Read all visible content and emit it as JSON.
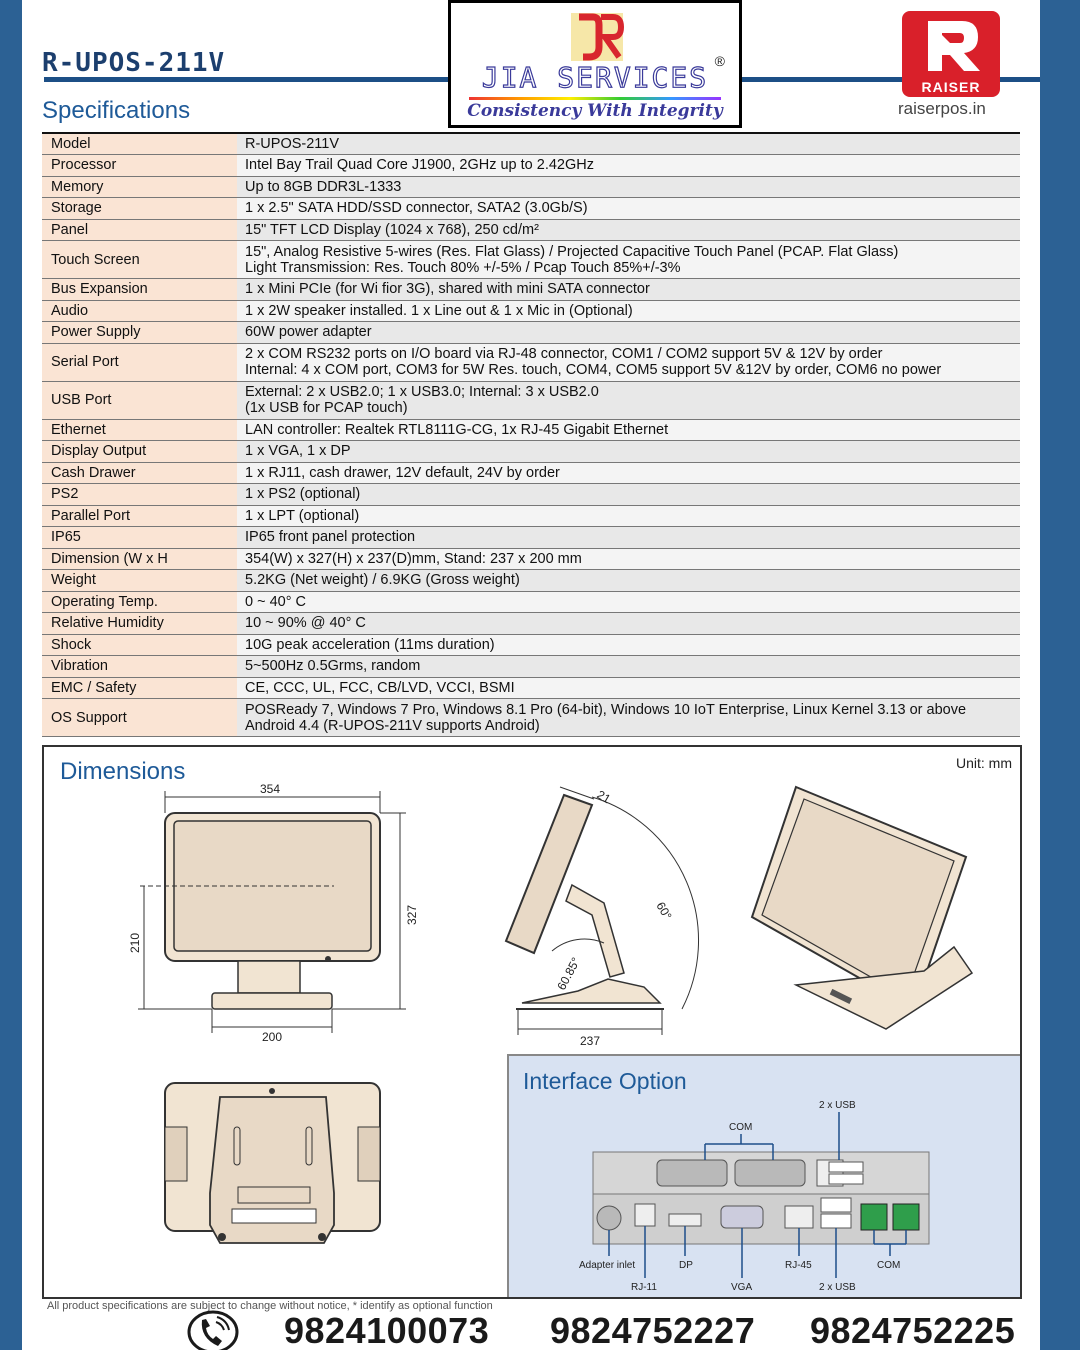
{
  "header": {
    "model_title": "R-UPOS-211V",
    "spec_heading": "Specifications",
    "raiser_name": "RAISER",
    "raiser_url": "raiserpos.in",
    "jia_name": "JIA SERVICES",
    "jia_registered": "®",
    "jia_tagline": "Consistency With Integrity"
  },
  "specs": [
    {
      "key": "Model",
      "lines": [
        "R-UPOS-211V"
      ]
    },
    {
      "key": "Processor",
      "lines": [
        "Intel Bay Trail Quad Core J1900, 2GHz up to 2.42GHz"
      ]
    },
    {
      "key": "Memory",
      "lines": [
        "Up to 8GB DDR3L-1333"
      ]
    },
    {
      "key": "Storage",
      "lines": [
        "1 x 2.5\" SATA HDD/SSD connector, SATA2 (3.0Gb/S)"
      ]
    },
    {
      "key": "Panel",
      "lines": [
        "15\" TFT LCD Display (1024 x 768), 250 cd/m²"
      ]
    },
    {
      "key": "Touch Screen",
      "lines": [
        "15\", Analog Resistive 5-wires (Res. Flat Glass) / Projected Capacitive Touch Panel (PCAP. Flat Glass)",
        "Light Transmission: Res. Touch 80% +/-5% / Pcap Touch 85%+/-3%"
      ]
    },
    {
      "key": "Bus Expansion",
      "lines": [
        "1 x Mini PCIe (for Wi fior 3G), shared with mini SATA connector"
      ]
    },
    {
      "key": "Audio",
      "lines": [
        "1 x 2W speaker installed. 1 x Line out & 1 x Mic in (Optional)"
      ]
    },
    {
      "key": "Power Supply",
      "lines": [
        "60W power adapter"
      ]
    },
    {
      "key": "Serial Port",
      "lines": [
        "2 x COM RS232 ports on I/O board via RJ-48 connector, COM1 / COM2 support 5V & 12V by order",
        "Internal: 4 x COM port, COM3 for 5W Res. touch, COM4, COM5 support 5V &12V by order, COM6 no power"
      ]
    },
    {
      "key": "USB Port",
      "lines": [
        "External: 2 x USB2.0; 1 x USB3.0;  Internal: 3 x USB2.0",
        "(1x USB for PCAP touch)"
      ]
    },
    {
      "key": "Ethernet",
      "lines": [
        "LAN controller: Realtek RTL8111G-CG, 1x RJ-45 Gigabit Ethernet"
      ]
    },
    {
      "key": "Display Output",
      "lines": [
        "1 x VGA, 1 x DP"
      ]
    },
    {
      "key": "Cash Drawer",
      "lines": [
        "1 x RJ11, cash drawer, 12V default, 24V by order"
      ]
    },
    {
      "key": "PS2",
      "lines": [
        "1 x PS2 (optional)"
      ]
    },
    {
      "key": "Parallel Port",
      "lines": [
        "1 x LPT (optional)"
      ]
    },
    {
      "key": "IP65",
      "lines": [
        "IP65 front panel protection"
      ]
    },
    {
      "key": "Dimension (W x H",
      "lines": [
        "354(W) x 327(H) x 237(D)mm, Stand: 237 x 200 mm"
      ]
    },
    {
      "key": "Weight",
      "lines": [
        "5.2KG (Net weight) / 6.9KG (Gross weight)"
      ]
    },
    {
      "key": "Operating  Temp.",
      "lines": [
        "0 ~ 40° C"
      ]
    },
    {
      "key": "Relative Humidity",
      "lines": [
        "10 ~ 90% @ 40° C"
      ]
    },
    {
      "key": "Shock",
      "lines": [
        "10G peak acceleration (11ms duration)"
      ]
    },
    {
      "key": "Vibration",
      "lines": [
        "5~500Hz 0.5Grms, random"
      ]
    },
    {
      "key": "EMC / Safety",
      "lines": [
        "CE, CCC, UL, FCC, CB/LVD, VCCI, BSMI"
      ]
    },
    {
      "key": "OS Support",
      "lines": [
        "POSReady 7, Windows 7 Pro, Windows 8.1 Pro (64-bit), Windows 10 IoT Enterprise, Linux Kernel 3.13 or above",
        "Android 4.4 (R-UPOS-211V supports Android)"
      ]
    }
  ],
  "dimensions": {
    "heading": "Dimensions",
    "unit": "Unit: mm",
    "width": "354",
    "height_total": "327",
    "height_screen": "210",
    "stand_width": "200",
    "depth": "237",
    "tilt_top": "21",
    "angle_rear": "60°",
    "angle_front": "60.85°"
  },
  "interface": {
    "heading": "Interface Option",
    "labels": {
      "usb_top": "2 x USB",
      "com_top": "COM",
      "adapter": "Adapter inlet",
      "rj11": "RJ-11",
      "dp": "DP",
      "vga": "VGA",
      "rj45": "RJ-45",
      "usb_bottom": "2 x USB",
      "com_bottom": "COM"
    }
  },
  "footer": {
    "note": "All product specifications are subject to change without notice, * identify as optional function",
    "phones": [
      "9824100073",
      "9824752227",
      "9824752225"
    ]
  },
  "colors": {
    "brand_blue": "#1e5a98",
    "raiser_red": "#d9202a",
    "key_cell": "#fae4d4",
    "iface_bg": "#d8e2f2"
  }
}
